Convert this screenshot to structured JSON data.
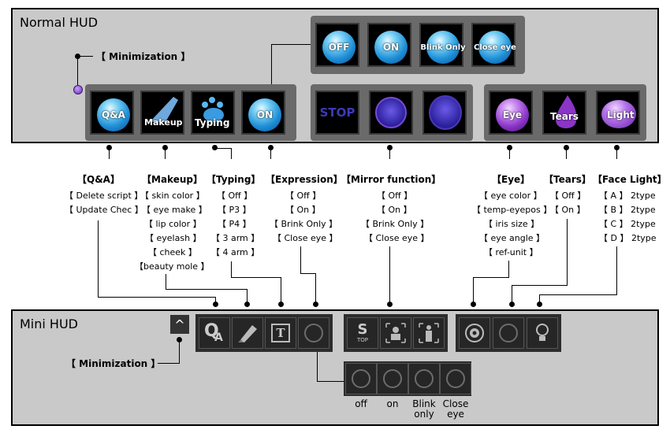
{
  "normal_hud": {
    "title": "Normal HUD",
    "minimization_label": "【 Minimization 】",
    "expression_popup": [
      "OFF",
      "ON",
      "Blink Only",
      "Close eye"
    ],
    "main_buttons": [
      "Q&A",
      "Makeup",
      "Typing",
      "ON"
    ],
    "mirror_buttons": [
      "STOP"
    ],
    "right_buttons": [
      "Eye",
      "Tears",
      "Light"
    ]
  },
  "labels": {
    "qa": {
      "title": "【Q&A】",
      "items": [
        "【 Delete script 】",
        "【 Update Chec 】"
      ]
    },
    "makeup": {
      "title": "【Makeup】",
      "items": [
        "【 skin color 】",
        "【 eye make 】",
        "【 lip color 】",
        "【 eyelash 】",
        "【 cheek 】",
        "【beauty mole 】"
      ]
    },
    "typing": {
      "title": "【Typing】",
      "items": [
        "【 Off 】",
        "【 P3 】",
        "【 P4 】",
        "【 3 arm 】",
        "【 4 arm 】"
      ]
    },
    "expression": {
      "title": "【Expression】",
      "items": [
        "【 Off 】",
        "【 On 】",
        "【 Brink Only 】",
        "【 Close eye 】"
      ]
    },
    "mirror": {
      "title": "【Mirror function】",
      "items": [
        "【 Off 】",
        "【 On 】",
        "【 Brink Only 】",
        "【 Close eye 】"
      ]
    },
    "eye": {
      "title": "【Eye】",
      "items": [
        "【 eye color 】",
        "【 temp-eyepos 】",
        "【 iris size 】",
        "【 eye angle 】",
        "【 ref-unit 】"
      ]
    },
    "tears": {
      "title": "【Tears】",
      "items": [
        "【 Off 】",
        "【 On 】"
      ]
    },
    "facelight": {
      "title": "【Face Light】",
      "items": [
        "【 A 】 2type",
        "【 B 】 2type",
        "【 C 】 2type",
        "【 D 】 2type"
      ]
    }
  },
  "mini_hud": {
    "title": "Mini HUD",
    "minimization_label": "【 Minimization 】",
    "minimize_glyph": "^",
    "face_labels": [
      "off",
      "on",
      "Blink only",
      "Close eye"
    ],
    "stop_glyph_top": "S",
    "stop_glyph_bottom": "TOP",
    "typing_glyph": "T",
    "qa_glyph_q": "Q",
    "qa_glyph_a": "A"
  },
  "colors": {
    "panel_bg": "#c9c9c9",
    "group_bg": "#6a6a6a",
    "orb_blue": "#1f8fd6",
    "orb_purple": "#8a35c8"
  }
}
